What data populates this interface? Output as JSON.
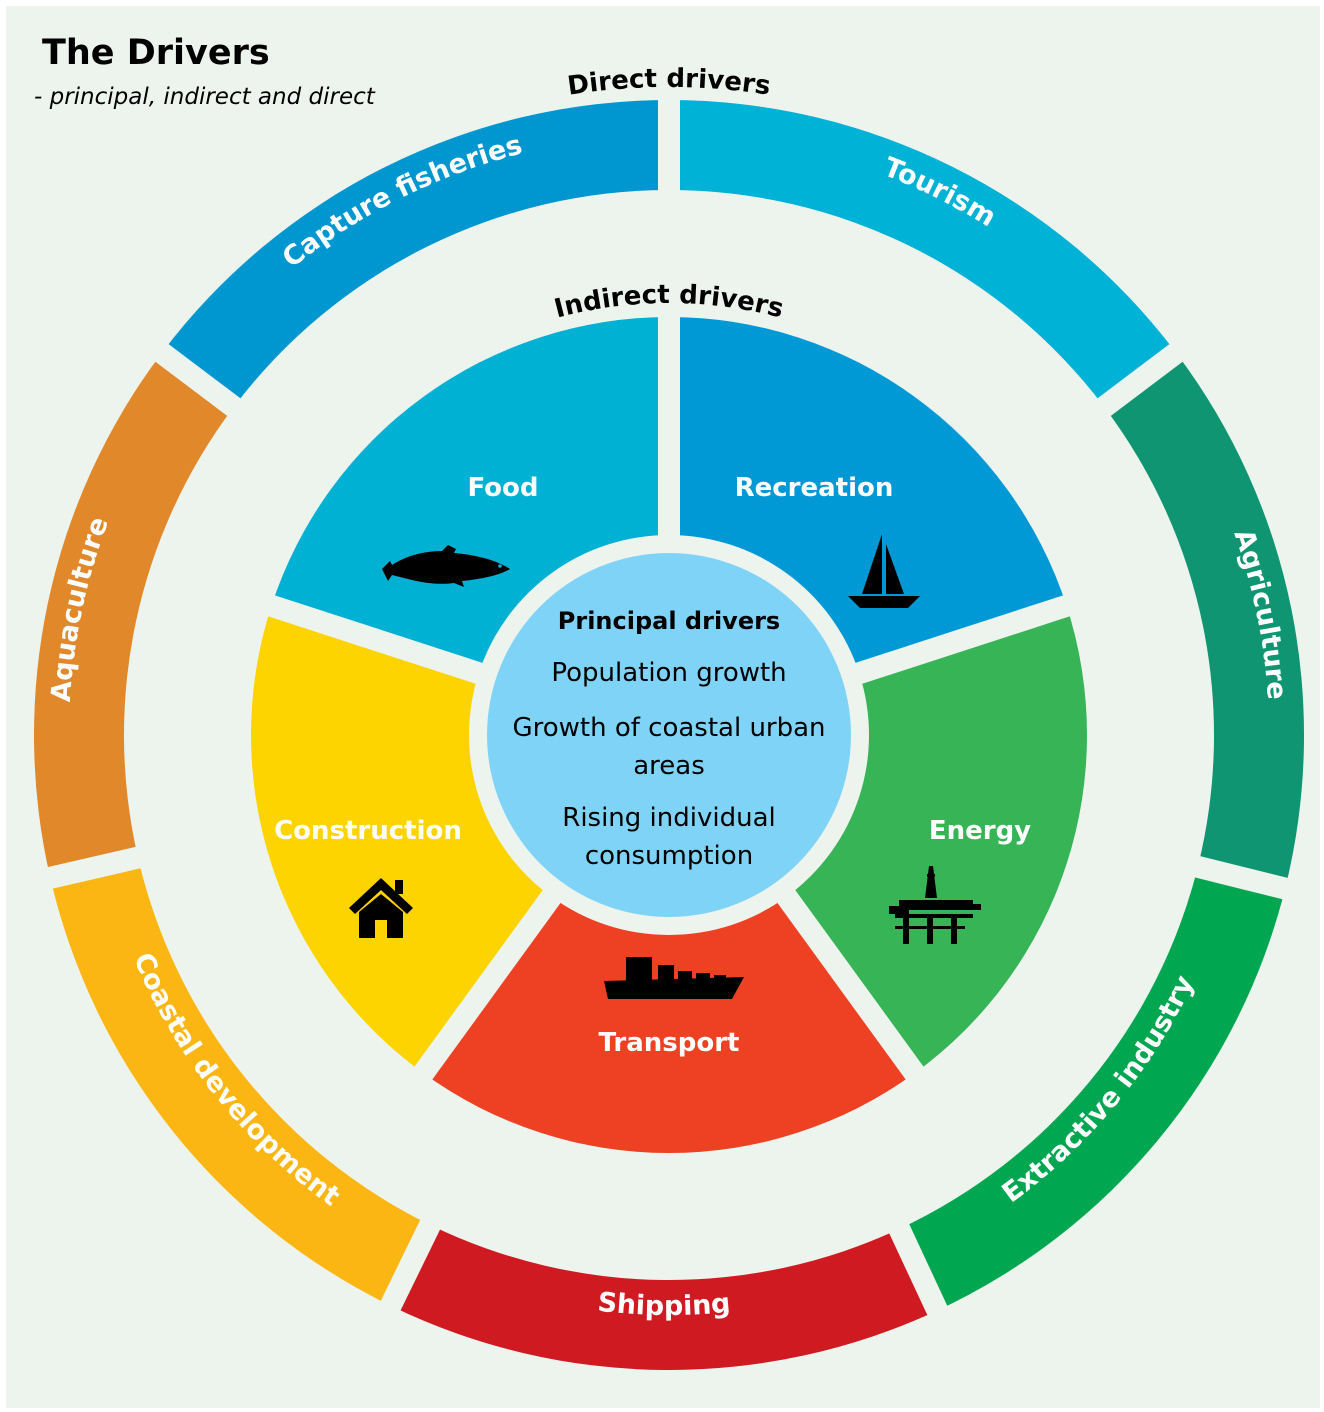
{
  "title": "The Drivers",
  "subtitle": "- principal, indirect and direct",
  "background_color": "#edf4ee",
  "gap_color": "#e7f0e9",
  "direct_ring": {
    "label": "Direct drivers",
    "segments": [
      {
        "label": "Capture fisheries",
        "color": "#0097d0"
      },
      {
        "label": "Tourism",
        "color": "#00b2d6"
      },
      {
        "label": "Agriculture",
        "color": "#0f9571"
      },
      {
        "label": "Extractive industry",
        "color": "#00a650"
      },
      {
        "label": "Shipping",
        "color": "#d01a21"
      },
      {
        "label": "Coastal development",
        "color": "#fbb614"
      },
      {
        "label": "Aquaculture",
        "color": "#e1882b"
      }
    ]
  },
  "indirect_ring": {
    "label": "Indirect drivers",
    "segments": [
      {
        "label": "Food",
        "color": "#00b1d3",
        "icon": "fish-icon"
      },
      {
        "label": "Recreation",
        "color": "#0099d6",
        "icon": "sailboat-icon"
      },
      {
        "label": "Energy",
        "color": "#37b456",
        "icon": "oil-platform-icon"
      },
      {
        "label": "Transport",
        "color": "#ee4124",
        "icon": "cargo-ship-icon"
      },
      {
        "label": "Construction",
        "color": "#fdd400",
        "icon": "house-icon"
      }
    ]
  },
  "principal": {
    "heading": "Principal drivers",
    "color": "#7fd3f6",
    "items": [
      "Population growth",
      "Growth of coastal urban",
      "areas",
      "Rising individual",
      "consumption"
    ]
  }
}
